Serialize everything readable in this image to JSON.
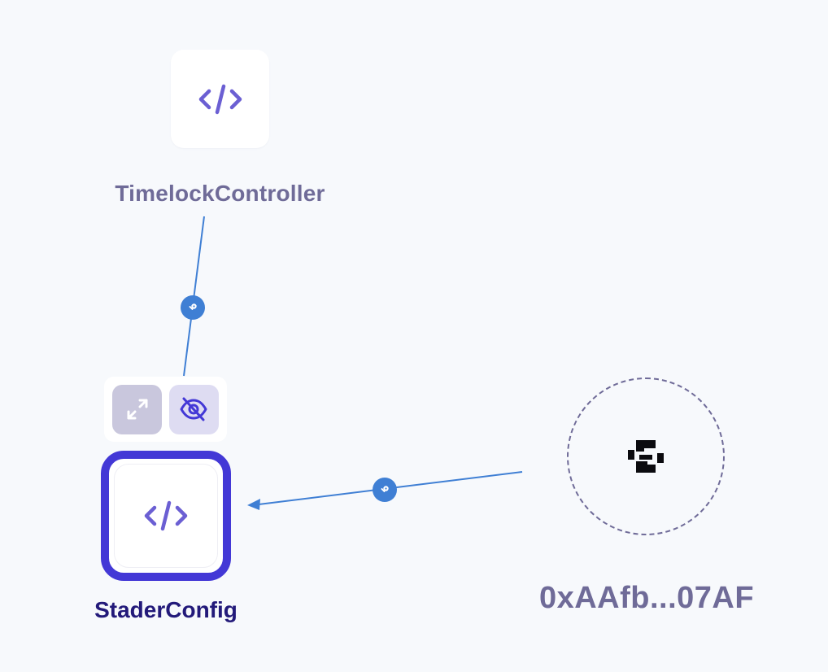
{
  "nodes": {
    "timelock": {
      "label": "TimelockController",
      "icon": "code-icon"
    },
    "stader": {
      "label": "StaderConfig",
      "icon": "code-icon"
    },
    "eoa": {
      "label": "0xAAfb...07AF",
      "icon": "safe-logo-icon"
    }
  },
  "toolbar": {
    "buttons": [
      {
        "icon": "expand-icon"
      },
      {
        "icon": "eye-off-icon"
      }
    ]
  },
  "edges": [
    {
      "from": "timelock",
      "to": "stader",
      "badge_icon": "key-icon"
    },
    {
      "from": "eoa",
      "to": "stader",
      "badge_icon": "key-icon"
    }
  ],
  "colors": {
    "background": "#f7f9fc",
    "edge": "#3f7fd4",
    "selected_border": "#4338d6",
    "icon_purple": "#6b5fd3",
    "label_muted": "#6f6b98",
    "label_selected": "#231a7a"
  }
}
